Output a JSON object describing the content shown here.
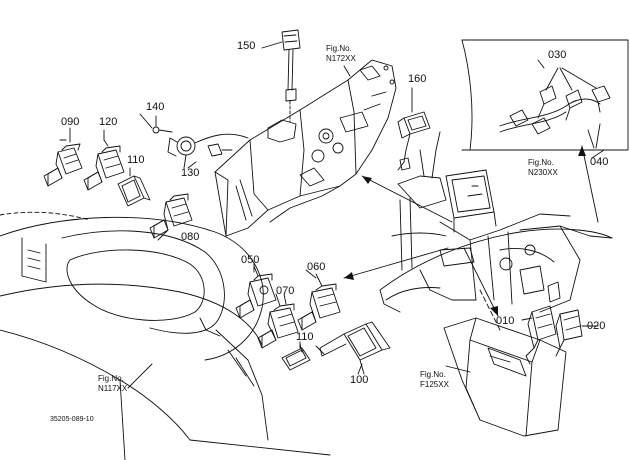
{
  "callouts": {
    "c010": "010",
    "c020": "020",
    "c030": "030",
    "c040": "040",
    "c050": "050",
    "c060": "060",
    "c070": "070",
    "c080": "080",
    "c090": "090",
    "c100": "100",
    "c110_upper": "110",
    "c110_lower": "110",
    "c120": "120",
    "c130": "130",
    "c140": "140",
    "c150": "150",
    "c160": "160"
  },
  "figure_refs": {
    "n172": {
      "label": "Fig.No.",
      "code": "N172XX"
    },
    "n230": {
      "label": "Fig.No.",
      "code": "N230XX"
    },
    "n117": {
      "label": "Fig.No.",
      "code": "N117XX"
    },
    "f125": {
      "label": "Fig.No.",
      "code": "F125XX"
    }
  },
  "document_id": "35205-089-10"
}
